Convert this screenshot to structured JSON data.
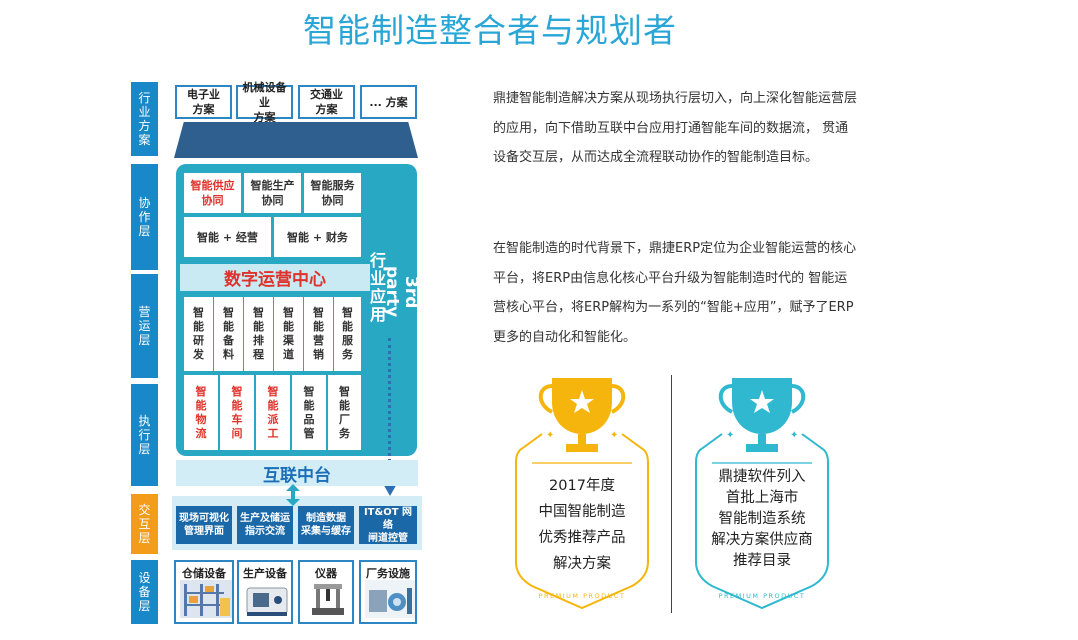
{
  "title": "智能制造整合者与规划者",
  "layers": {
    "industry": "行业方案",
    "collab": "协作层",
    "operation": "营运层",
    "execution": "执行层",
    "interaction": "交互层",
    "device": "设备层"
  },
  "solutions": [
    {
      "line1": "电子业",
      "line2": "方案"
    },
    {
      "line1": "机械设备业",
      "line2": "方案"
    },
    {
      "line1": "交通业",
      "line2": "方案"
    },
    {
      "line1": "... 方案",
      "line2": ""
    }
  ],
  "collab_cells": [
    {
      "line1": "智能供应",
      "line2": "协同"
    },
    {
      "line1": "智能生产",
      "line2": "协同"
    },
    {
      "line1": "智能服务",
      "line2": "协同"
    }
  ],
  "mgmt_cells": [
    "智能 + 经营",
    "智能 + 财务"
  ],
  "digital_center": "数字运营中心",
  "third_party_line1": "3rd party",
  "third_party_line2": "行业应用",
  "operation_cells": [
    "智能研发",
    "智能备料",
    "智能排程",
    "智能渠道",
    "智能营销",
    "智能服务"
  ],
  "execution_cells": [
    "智能物流",
    "智能车间",
    "智能派工",
    "智能品管",
    "智能厂务"
  ],
  "middle_platform": "互联中台",
  "interaction_cells": [
    {
      "line1": "现场可视化",
      "line2": "管理界面"
    },
    {
      "line1": "生产及储运",
      "line2": "指示交流"
    },
    {
      "line1": "制造数据",
      "line2": "采集与缓存"
    },
    {
      "line1": "IT&OT 网络",
      "line2": "闸道控管"
    }
  ],
  "devices": [
    "仓储设备",
    "生产设备",
    "仪器",
    "厂务设施"
  ],
  "paragraph1": "鼎捷智能制造解决方案从现场执行层切入，向上深化智能运营层的应用，向下借助互联中台应用打通智能车间的数据流，  贯通设备交互层，从而达成全流程联动协作的智能制造目标。",
  "paragraph2": "在智能制造的时代背景下，鼎捷ERP定位为企业智能运营的核心平台，将ERP由信息化核心平台升级为智能制造时代的 智能运营核心平台，将ERP解构为一系列的“智能+应用”，赋予了ERP更多的自动化和智能化。",
  "badge1": {
    "lines": [
      "2017年度",
      "中国智能制造",
      "优秀推荐产品",
      "解决方案"
    ],
    "ribbon": "PREMIUM PRODUCT"
  },
  "badge2": {
    "lines": [
      "鼎捷软件列入",
      "首批上海市",
      "智能制造系统",
      "解决方案供应商",
      "推荐目录"
    ],
    "ribbon": "PREMIUM PRODUCT"
  },
  "colors": {
    "accent": "#2aa6d6",
    "layer_blue": "#1888c8",
    "layer_orange": "#f39c1b",
    "teal": "#29a8c4",
    "red": "#e0312b",
    "gold": "#f5b50c",
    "cyan": "#2fb8d0"
  }
}
